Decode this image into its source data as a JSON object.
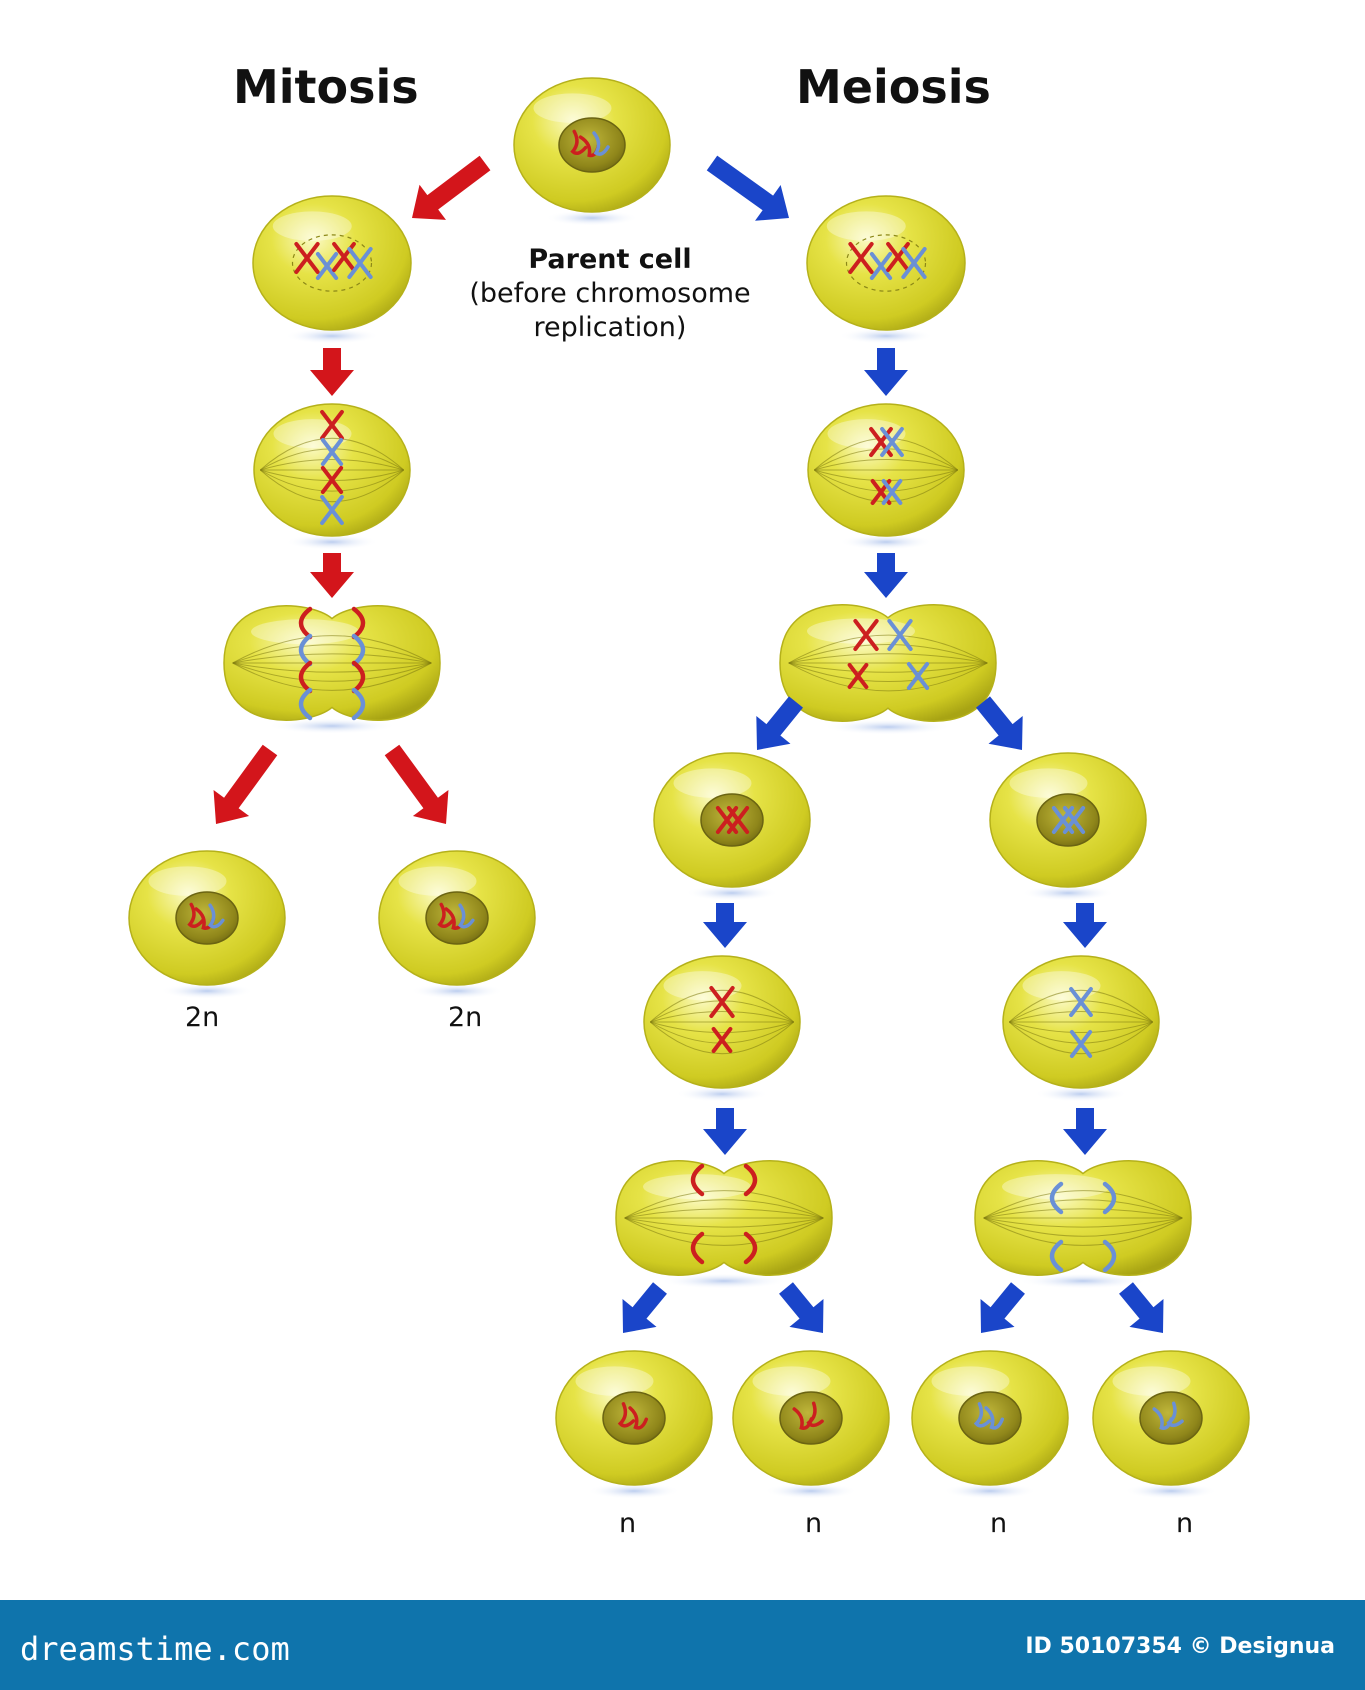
{
  "titles": {
    "mitosis": "Mitosis",
    "meiosis": "Meiosis"
  },
  "parent": {
    "name": "Parent cell",
    "note_line1": "(before chromosome",
    "note_line2": "replication)"
  },
  "labels": {
    "diploid": "2n",
    "haploid": "n"
  },
  "footer": {
    "brand": "dreamstime.com",
    "credit": "ID 50107354 © Designua"
  },
  "colors": {
    "mitosis_arrow": "#d3151b",
    "meiosis_arrow": "#1a45c9",
    "cell": "#d9d631",
    "nucleus": "#9a9120",
    "chromosome_red": "#cc1f1f",
    "chromosome_blue": "#6a90d6",
    "footer": "#0f74ac"
  }
}
